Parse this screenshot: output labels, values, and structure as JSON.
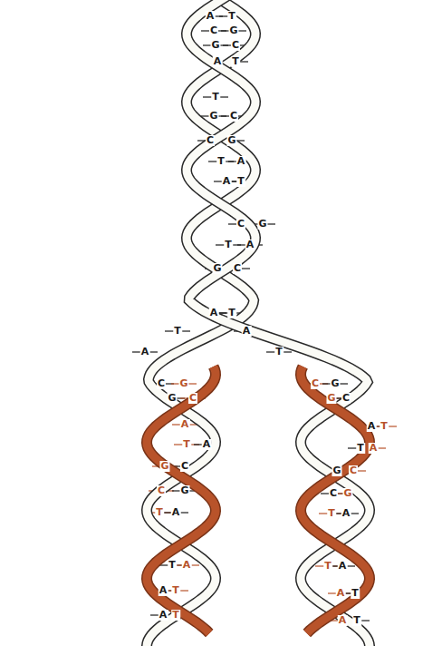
{
  "diagram": {
    "labels": [
      "A",
      "T",
      "C",
      "G",
      "G",
      "C",
      "A",
      "T",
      "T",
      "G",
      "C",
      "C",
      "G",
      "T",
      "A",
      "A",
      "T",
      "C",
      "G",
      "T",
      "A",
      "G",
      "C",
      "A",
      "T",
      "T",
      "A",
      "A",
      "T",
      "C",
      "G",
      "G",
      "C",
      "A",
      "T",
      "A",
      "G",
      "C",
      "C",
      "G",
      "T",
      "A",
      "T",
      "A",
      "A",
      "T",
      "A",
      "T",
      "C",
      "G",
      "G",
      "C",
      "A",
      "T",
      "T",
      "A",
      "G",
      "C",
      "C",
      "G",
      "T",
      "A",
      "T",
      "A",
      "A",
      "T",
      "A",
      "T"
    ]
  }
}
